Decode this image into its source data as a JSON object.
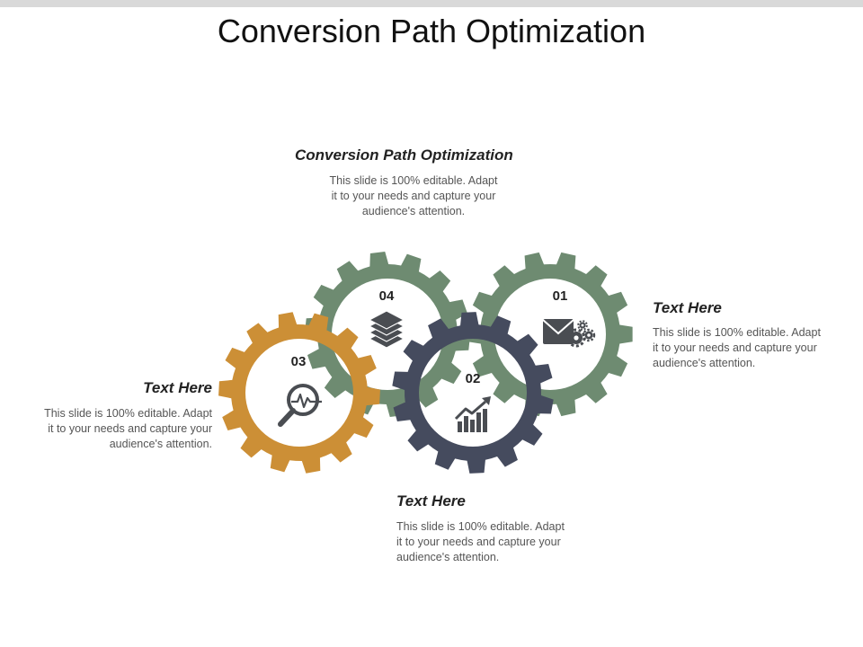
{
  "slide": {
    "title": "Conversion Path Optimization"
  },
  "colors": {
    "green": "#6e8b71",
    "navy": "#454b5e",
    "orange": "#cc8f36",
    "icon": "#4a4d52",
    "top_bar": "#d9d9d9"
  },
  "blocks": {
    "top": {
      "heading": "Conversion Path Optimization",
      "line1": "This slide is 100% editable. Adapt",
      "line2": "it to your needs and capture your",
      "line3": "audience's attention."
    },
    "right": {
      "heading": "Text Here",
      "line1": "This slide is 100% editable. Adapt",
      "line2": "it to your needs and capture your",
      "line3": "audience's attention."
    },
    "left": {
      "heading": "Text Here",
      "line1": "This slide is 100% editable. Adapt",
      "line2": "it to your needs and capture your",
      "line3": "audience's attention."
    },
    "bottom": {
      "heading": "Text Here",
      "line1": "This slide is 100% editable. Adapt",
      "line2": "it to your needs and capture your",
      "line3": "audience's attention."
    }
  },
  "gears": [
    {
      "number": "01",
      "color": "green",
      "icon": "mail-settings-icon"
    },
    {
      "number": "02",
      "color": "navy",
      "icon": "growth-chart-icon"
    },
    {
      "number": "03",
      "color": "orange",
      "icon": "magnifier-pulse-icon"
    },
    {
      "number": "04",
      "color": "green",
      "icon": "layers-icon"
    }
  ]
}
